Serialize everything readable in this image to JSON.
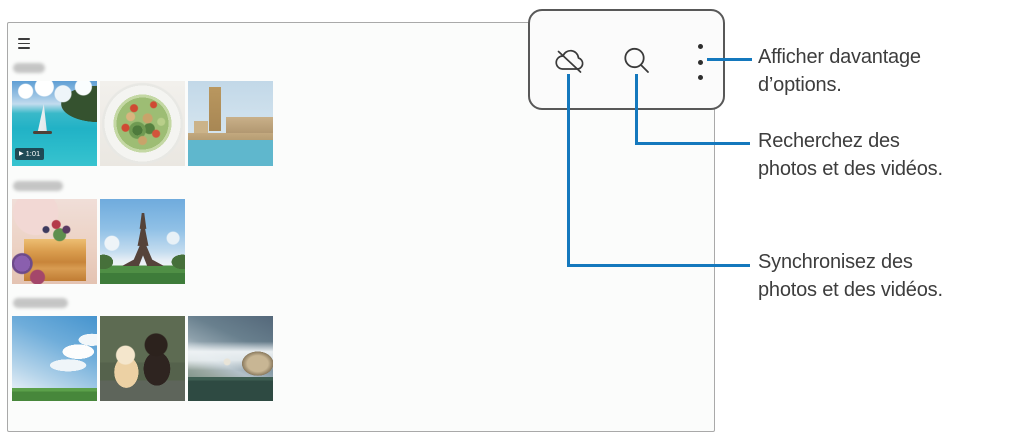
{
  "colors": {
    "accent_blue": "#1478BD",
    "panel_border": "#a9a9a9",
    "callout_border": "#585858",
    "icon_color": "#3a3a3a",
    "label_text": "#3d3d3d"
  },
  "gallery": {
    "menu_icon": "hamburger-menu-icon",
    "sections": [
      {
        "title_blurred": true,
        "thumbnails": [
          "sailboat-sea-video",
          "salad-plate-photo",
          "big-ben-photo"
        ]
      },
      {
        "title_blurred": true,
        "thumbnails": [
          "pancakes-berries-photo",
          "eiffel-tower-photo"
        ]
      },
      {
        "title_blurred": true,
        "thumbnails": [
          "meadow-sky-photo",
          "kitten-and-puppy-photo",
          "lakeside-village-photo"
        ]
      }
    ],
    "video_badge": {
      "play_glyph": "▶",
      "duration": "1:01"
    }
  },
  "toolbar": {
    "sync_icon": "cloud-sync-off-icon",
    "search_icon": "search-icon",
    "more_icon": "more-options-icon"
  },
  "annotations": {
    "more": {
      "line1": "Afficher davantage",
      "line2": "d’options."
    },
    "search": {
      "line1": "Recherchez des",
      "line2": "photos et des vidéos."
    },
    "sync": {
      "line1": "Synchronisez des",
      "line2": "photos et des vidéos."
    }
  }
}
